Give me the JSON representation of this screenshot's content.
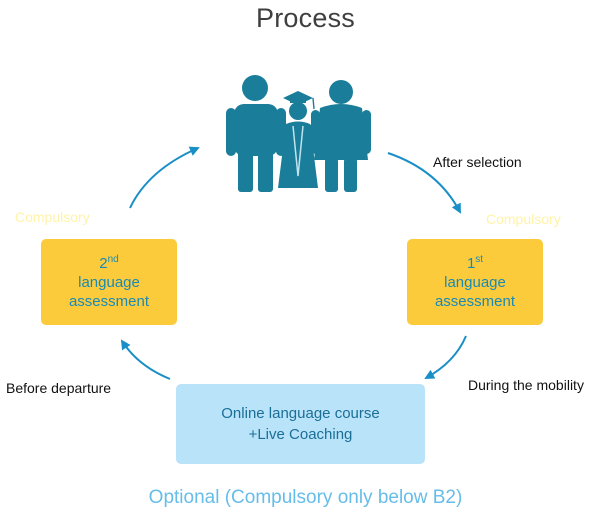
{
  "title": "Process",
  "labels": {
    "after_selection": "After selection",
    "during_mobility": "During the mobility",
    "before_departure": "Before departure",
    "compulsory_left": "Compulsory",
    "compulsory_right": "Compulsory"
  },
  "boxes": {
    "second_assessment": {
      "ordinal": "2",
      "sup": "nd",
      "line1": "language",
      "line2": "assessment"
    },
    "first_assessment": {
      "ordinal": "1",
      "sup": "st",
      "line1": "language",
      "line2": "assessment"
    },
    "online_course": {
      "line1": "Online language course",
      "line2": "+Live Coaching"
    }
  },
  "footer": "Optional (Compulsory only below B2)",
  "icons": {
    "people": "family-graduate-icon",
    "arrows": "curved-arrow-icon"
  },
  "colors": {
    "title": "#3f3f3f",
    "box_yellow": "#fccb3c",
    "box_blue": "#b9e3f9",
    "text_blue": "#1a8ab5",
    "arrow": "#1a8fc7",
    "icon": "#1a7d99",
    "footer": "#66bde9"
  }
}
